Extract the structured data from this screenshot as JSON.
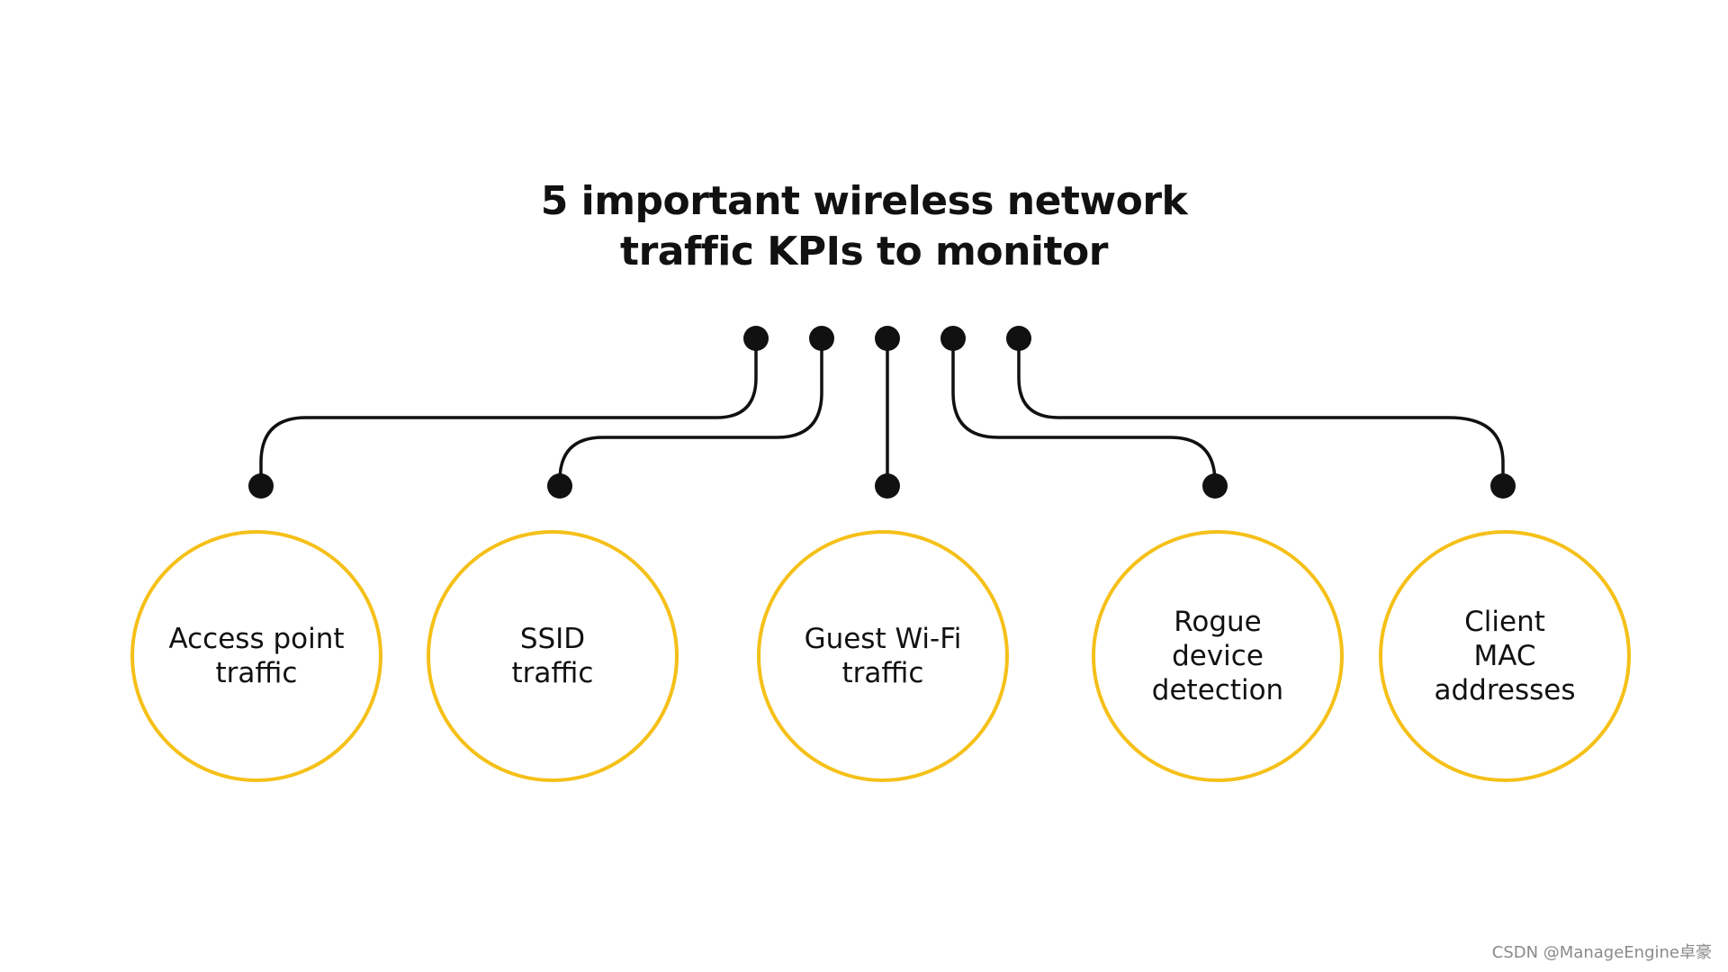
{
  "title": {
    "line1": "5 important wireless network",
    "line2": "traffic KPIs to monitor"
  },
  "kpis": [
    {
      "label": "Access point\ntraffic"
    },
    {
      "label": "SSID\ntraffic"
    },
    {
      "label": "Guest Wi-Fi\ntraffic"
    },
    {
      "label": "Rogue\ndevice\ndetection"
    },
    {
      "label": "Client\nMAC\naddresses"
    }
  ],
  "colors": {
    "circle_border": "#f5c018",
    "connector": "#111111",
    "background": "#ffffff"
  },
  "watermark": "CSDN @ManageEngine卓豪"
}
